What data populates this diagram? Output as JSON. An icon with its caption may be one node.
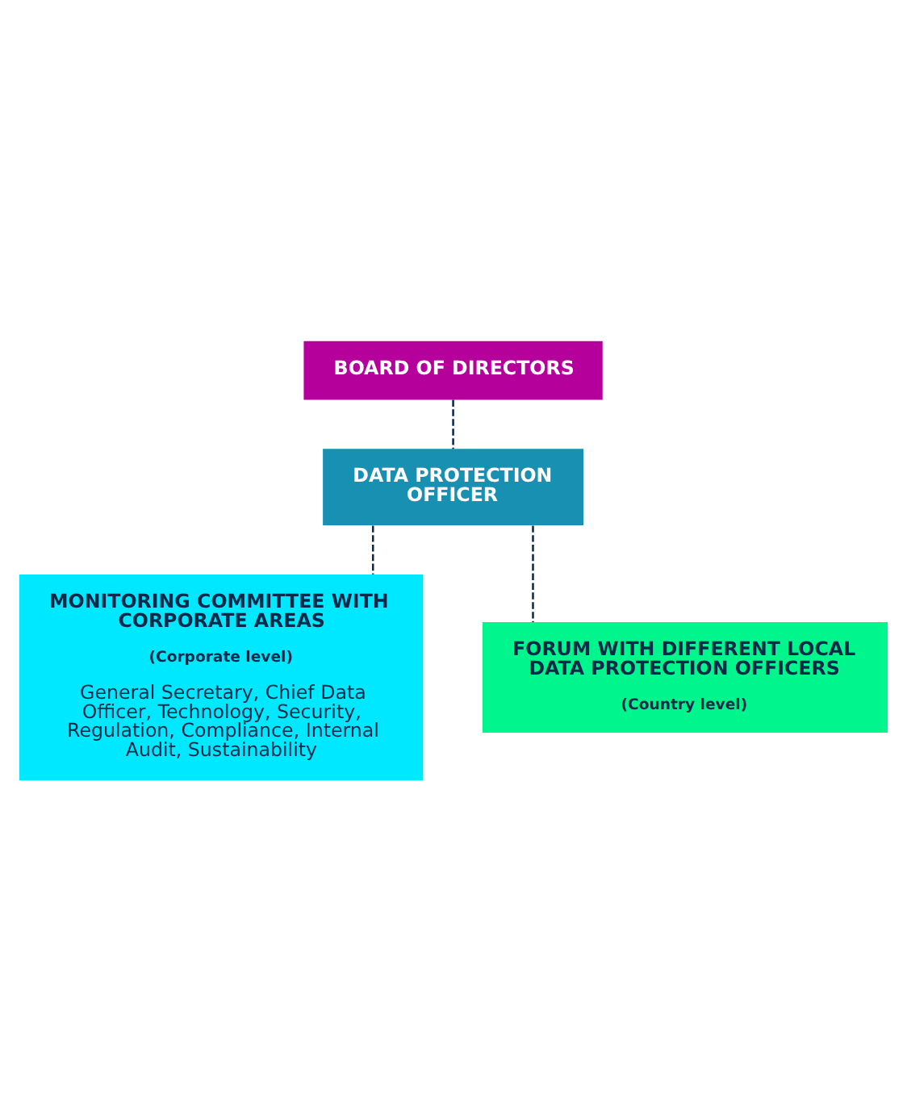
{
  "diagram": {
    "nodes": [
      {
        "text": [
          "BOARD OF DIRECTORS"
        ]
      },
      {
        "text": [
          "DATA PROTECTION OFFICER"
        ]
      },
      {
        "text": [
          "MONITORING COMMITTEE WITH CORPORATE AREAS",
          "(Corporate level)",
          "General Secretary, Chief Data Officer, Technology, Security, Regulation, Compliance, Internal Audit, Sustainability"
        ]
      },
      {
        "text": [
          "FORUM WITH DIFFERENT LOCAL DATA PROTECTION OFFICERS",
          "(Country level)"
        ]
      }
    ],
    "edges": [
      {
        "from": 0,
        "to": 1,
        "arrow": "none",
        "style": "dashed"
      },
      {
        "from": 1,
        "to": 2,
        "arrow": "none",
        "style": "dashed"
      },
      {
        "from": 1,
        "to": 3,
        "arrow": "none",
        "style": "dashed"
      }
    ]
  }
}
